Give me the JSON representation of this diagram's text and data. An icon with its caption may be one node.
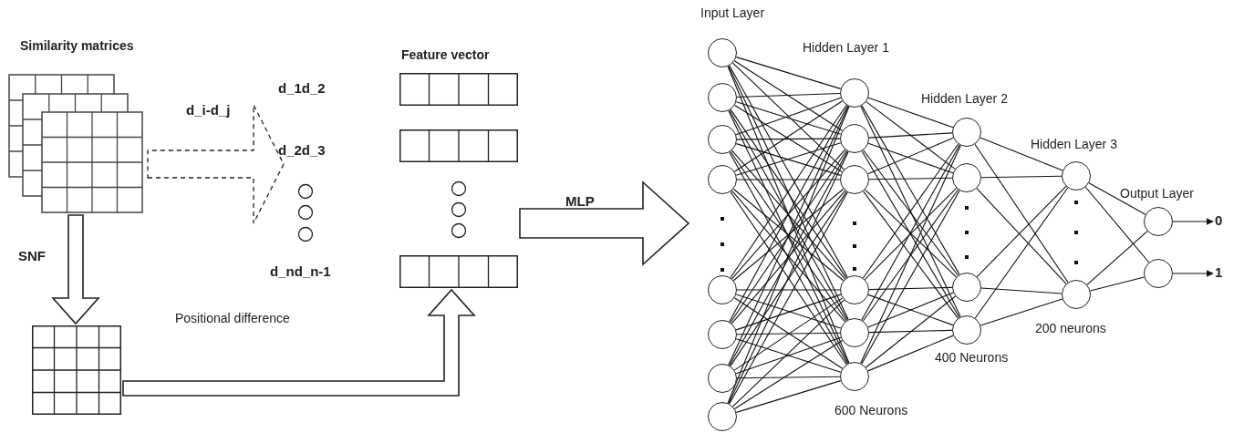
{
  "diagram": {
    "nodes": [
      {
        "text": [
          "Similarity matrices"
        ]
      },
      {
        "text": [],
        "shape": "box"
      },
      {
        "text": [
          "d_1d_2"
        ]
      },
      {
        "text": [
          "d_2d_3"
        ]
      },
      {
        "text": [
          "d_nd_n-1"
        ]
      },
      {
        "text": [],
        "shape": "box"
      },
      {
        "text": [],
        "shape": "box"
      },
      {
        "text": [],
        "shape": "box"
      },
      {
        "text": [],
        "shape": "circle"
      },
      {
        "text": [],
        "shape": "circle"
      },
      {
        "text": [],
        "shape": "circle"
      },
      {
        "text": [],
        "shape": "circle"
      },
      {
        "text": [],
        "shape": "circle"
      },
      {
        "text": [],
        "shape": "circle"
      },
      {
        "text": [],
        "shape": "circle"
      },
      {
        "text": [],
        "shape": "circle"
      },
      {
        "text": [],
        "shape": "circle"
      },
      {
        "text": [],
        "shape": "circle"
      },
      {
        "text": [],
        "shape": "circle"
      },
      {
        "text": [],
        "shape": "circle"
      },
      {
        "text": [],
        "shape": "circle"
      },
      {
        "text": [],
        "shape": "circle"
      },
      {
        "text": [],
        "shape": "circle"
      },
      {
        "text": [],
        "shape": "circle"
      },
      {
        "text": [],
        "shape": "circle"
      },
      {
        "text": [],
        "shape": "circle"
      },
      {
        "text": [],
        "shape": "circle"
      },
      {
        "text": [],
        "shape": "circle"
      },
      {
        "text": [],
        "shape": "circle"
      },
      {
        "text": [],
        "shape": "circle"
      },
      {
        "text": [
          "0"
        ]
      },
      {
        "text": [
          "1"
        ]
      }
    ],
    "edges": [
      {
        "from": 0,
        "to": 1,
        "arrow": "to",
        "label": "SNF",
        "style": "thick"
      },
      {
        "from": 0,
        "to": null,
        "arrow": "to",
        "label": "d_i-d_j",
        "style": "dashed"
      },
      {
        "from": 1,
        "to": 7,
        "arrow": "to",
        "label": "Positional difference",
        "style": "thick"
      },
      {
        "from": 6,
        "to": null,
        "arrow": "to",
        "label": "MLP",
        "style": "thick"
      },
      {
        "from": 8,
        "to": 16,
        "arrow": "none"
      },
      {
        "from": 8,
        "to": 17,
        "arrow": "none"
      },
      {
        "from": 8,
        "to": 18,
        "arrow": "none"
      },
      {
        "from": 8,
        "to": 19,
        "arrow": "none"
      },
      {
        "from": 8,
        "to": 20,
        "arrow": "none"
      },
      {
        "from": 8,
        "to": 21,
        "arrow": "none"
      },
      {
        "from": 9,
        "to": 16,
        "arrow": "none"
      },
      {
        "from": 9,
        "to": 17,
        "arrow": "none"
      },
      {
        "from": 9,
        "to": 18,
        "arrow": "none"
      },
      {
        "from": 9,
        "to": 19,
        "arrow": "none"
      },
      {
        "from": 9,
        "to": 20,
        "arrow": "none"
      },
      {
        "from": 9,
        "to": 21,
        "arrow": "none"
      },
      {
        "from": 10,
        "to": 16,
        "arrow": "none"
      },
      {
        "from": 10,
        "to": 17,
        "arrow": "none"
      },
      {
        "from": 10,
        "to": 18,
        "arrow": "none"
      },
      {
        "from": 10,
        "to": 19,
        "arrow": "none"
      },
      {
        "from": 10,
        "to": 20,
        "arrow": "none"
      },
      {
        "from": 10,
        "to": 21,
        "arrow": "none"
      },
      {
        "from": 11,
        "to": 16,
        "arrow": "none"
      },
      {
        "from": 11,
        "to": 17,
        "arrow": "none"
      },
      {
        "from": 11,
        "to": 18,
        "arrow": "none"
      },
      {
        "from": 11,
        "to": 19,
        "arrow": "none"
      },
      {
        "from": 11,
        "to": 20,
        "arrow": "none"
      },
      {
        "from": 11,
        "to": 21,
        "arrow": "none"
      },
      {
        "from": 12,
        "to": 16,
        "arrow": "none"
      },
      {
        "from": 12,
        "to": 17,
        "arrow": "none"
      },
      {
        "from": 12,
        "to": 18,
        "arrow": "none"
      },
      {
        "from": 12,
        "to": 19,
        "arrow": "none"
      },
      {
        "from": 12,
        "to": 20,
        "arrow": "none"
      },
      {
        "from": 12,
        "to": 21,
        "arrow": "none"
      },
      {
        "from": 13,
        "to": 16,
        "arrow": "none"
      },
      {
        "from": 13,
        "to": 17,
        "arrow": "none"
      },
      {
        "from": 13,
        "to": 18,
        "arrow": "none"
      },
      {
        "from": 13,
        "to": 19,
        "arrow": "none"
      },
      {
        "from": 13,
        "to": 20,
        "arrow": "none"
      },
      {
        "from": 13,
        "to": 21,
        "arrow": "none"
      },
      {
        "from": 14,
        "to": 16,
        "arrow": "none"
      },
      {
        "from": 14,
        "to": 17,
        "arrow": "none"
      },
      {
        "from": 14,
        "to": 18,
        "arrow": "none"
      },
      {
        "from": 14,
        "to": 19,
        "arrow": "none"
      },
      {
        "from": 14,
        "to": 20,
        "arrow": "none"
      },
      {
        "from": 14,
        "to": 21,
        "arrow": "none"
      },
      {
        "from": 15,
        "to": 16,
        "arrow": "none"
      },
      {
        "from": 15,
        "to": 17,
        "arrow": "none"
      },
      {
        "from": 15,
        "to": 18,
        "arrow": "none"
      },
      {
        "from": 15,
        "to": 19,
        "arrow": "none"
      },
      {
        "from": 15,
        "to": 20,
        "arrow": "none"
      },
      {
        "from": 15,
        "to": 21,
        "arrow": "none"
      },
      {
        "from": 16,
        "to": 22,
        "arrow": "none"
      },
      {
        "from": 16,
        "to": 23,
        "arrow": "none"
      },
      {
        "from": 16,
        "to": 24,
        "arrow": "none"
      },
      {
        "from": 16,
        "to": 25,
        "arrow": "none"
      },
      {
        "from": 17,
        "to": 22,
        "arrow": "none"
      },
      {
        "from": 17,
        "to": 23,
        "arrow": "none"
      },
      {
        "from": 17,
        "to": 24,
        "arrow": "none"
      },
      {
        "from": 17,
        "to": 25,
        "arrow": "none"
      },
      {
        "from": 18,
        "to": 22,
        "arrow": "none"
      },
      {
        "from": 18,
        "to": 23,
        "arrow": "none"
      },
      {
        "from": 18,
        "to": 24,
        "arrow": "none"
      },
      {
        "from": 18,
        "to": 25,
        "arrow": "none"
      },
      {
        "from": 19,
        "to": 22,
        "arrow": "none"
      },
      {
        "from": 19,
        "to": 23,
        "arrow": "none"
      },
      {
        "from": 19,
        "to": 24,
        "arrow": "none"
      },
      {
        "from": 19,
        "to": 25,
        "arrow": "none"
      },
      {
        "from": 20,
        "to": 22,
        "arrow": "none"
      },
      {
        "from": 20,
        "to": 23,
        "arrow": "none"
      },
      {
        "from": 20,
        "to": 24,
        "arrow": "none"
      },
      {
        "from": 20,
        "to": 25,
        "arrow": "none"
      },
      {
        "from": 21,
        "to": 22,
        "arrow": "none"
      },
      {
        "from": 21,
        "to": 23,
        "arrow": "none"
      },
      {
        "from": 21,
        "to": 24,
        "arrow": "none"
      },
      {
        "from": 21,
        "to": 25,
        "arrow": "none"
      },
      {
        "from": 22,
        "to": 26,
        "arrow": "none"
      },
      {
        "from": 22,
        "to": 27,
        "arrow": "none"
      },
      {
        "from": 23,
        "to": 26,
        "arrow": "none"
      },
      {
        "from": 23,
        "to": 27,
        "arrow": "none"
      },
      {
        "from": 24,
        "to": 26,
        "arrow": "none"
      },
      {
        "from": 24,
        "to": 27,
        "arrow": "none"
      },
      {
        "from": 25,
        "to": 26,
        "arrow": "none"
      },
      {
        "from": 25,
        "to": 27,
        "arrow": "none"
      },
      {
        "from": 26,
        "to": 28,
        "arrow": "none"
      },
      {
        "from": 26,
        "to": 29,
        "arrow": "none"
      },
      {
        "from": 27,
        "to": 28,
        "arrow": "none"
      },
      {
        "from": 27,
        "to": 29,
        "arrow": "none"
      },
      {
        "from": 28,
        "to": 30,
        "arrow": "to"
      },
      {
        "from": 29,
        "to": 31,
        "arrow": "to"
      }
    ],
    "labels": [
      "Feature vector",
      "Input Layer",
      "Hidden Layer 1",
      "Hidden Layer 2",
      "Hidden Layer 3",
      "Output Layer",
      "200 neurons",
      "400 Neurons",
      "600 Neurons"
    ]
  }
}
